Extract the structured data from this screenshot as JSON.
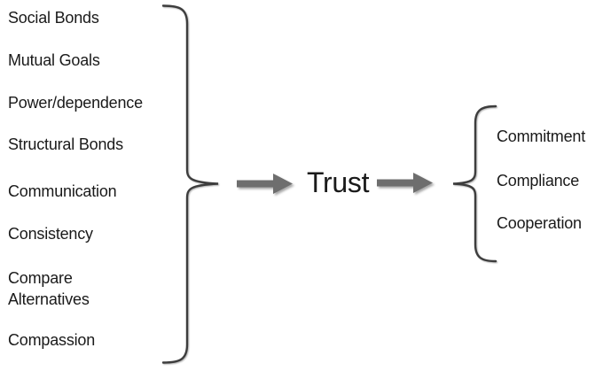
{
  "center_label": "Trust",
  "antecedents": [
    "Social Bonds",
    "Mutual Goals",
    "Power/dependence",
    "Structural Bonds",
    "Communication",
    "Consistency",
    "Compare Alternatives",
    "Compassion"
  ],
  "outcomes": [
    "Commitment",
    "Compliance",
    "Cooperation"
  ],
  "icons": {
    "left_brace": "right-facing-curly-brace",
    "right_brace": "left-facing-curly-brace",
    "arrow_left": "right-arrow",
    "arrow_right": "right-arrow"
  },
  "colors": {
    "background": "#ffffff",
    "text": "#1a1a1a",
    "arrow": "#6e6e6e",
    "brace": "#3d3d3d"
  }
}
